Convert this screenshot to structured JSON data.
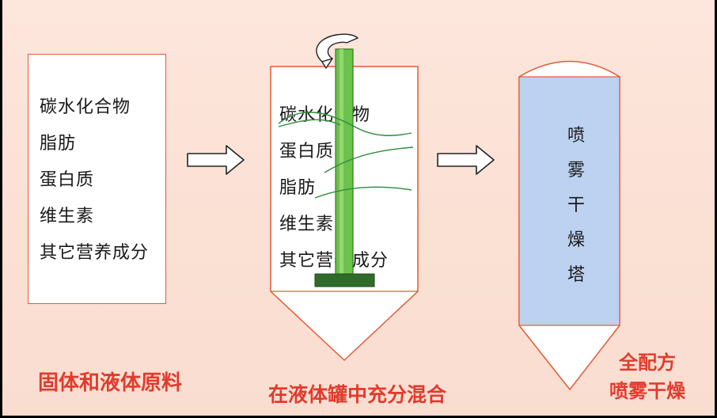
{
  "stage1": {
    "items": [
      "碳水化合物",
      "脂肪",
      "蛋白质",
      "维生素",
      "其它营养成分"
    ],
    "caption": "固体和液体原料"
  },
  "stage2": {
    "items": [
      "碳水化合物",
      "蛋白质",
      "脂肪",
      "维生素",
      "其它营养成分"
    ],
    "caption": "在液体罐中充分混合"
  },
  "stage3": {
    "tower_chars": [
      "喷",
      "雾",
      "干",
      "燥",
      "塔"
    ],
    "caption_line1": "全配方",
    "caption_line2": "喷雾干燥"
  },
  "colors": {
    "background": "#fbe0d4",
    "box_border": "#e35a37",
    "caption": "#e23a2c",
    "shaft": "#6cc24a",
    "impeller": "#2f6b2a",
    "tower_fill": "#bdd1f0",
    "wave": "#2e8b3a"
  },
  "icons": [
    "arrow-right-icon",
    "rotation-arrow-icon"
  ]
}
